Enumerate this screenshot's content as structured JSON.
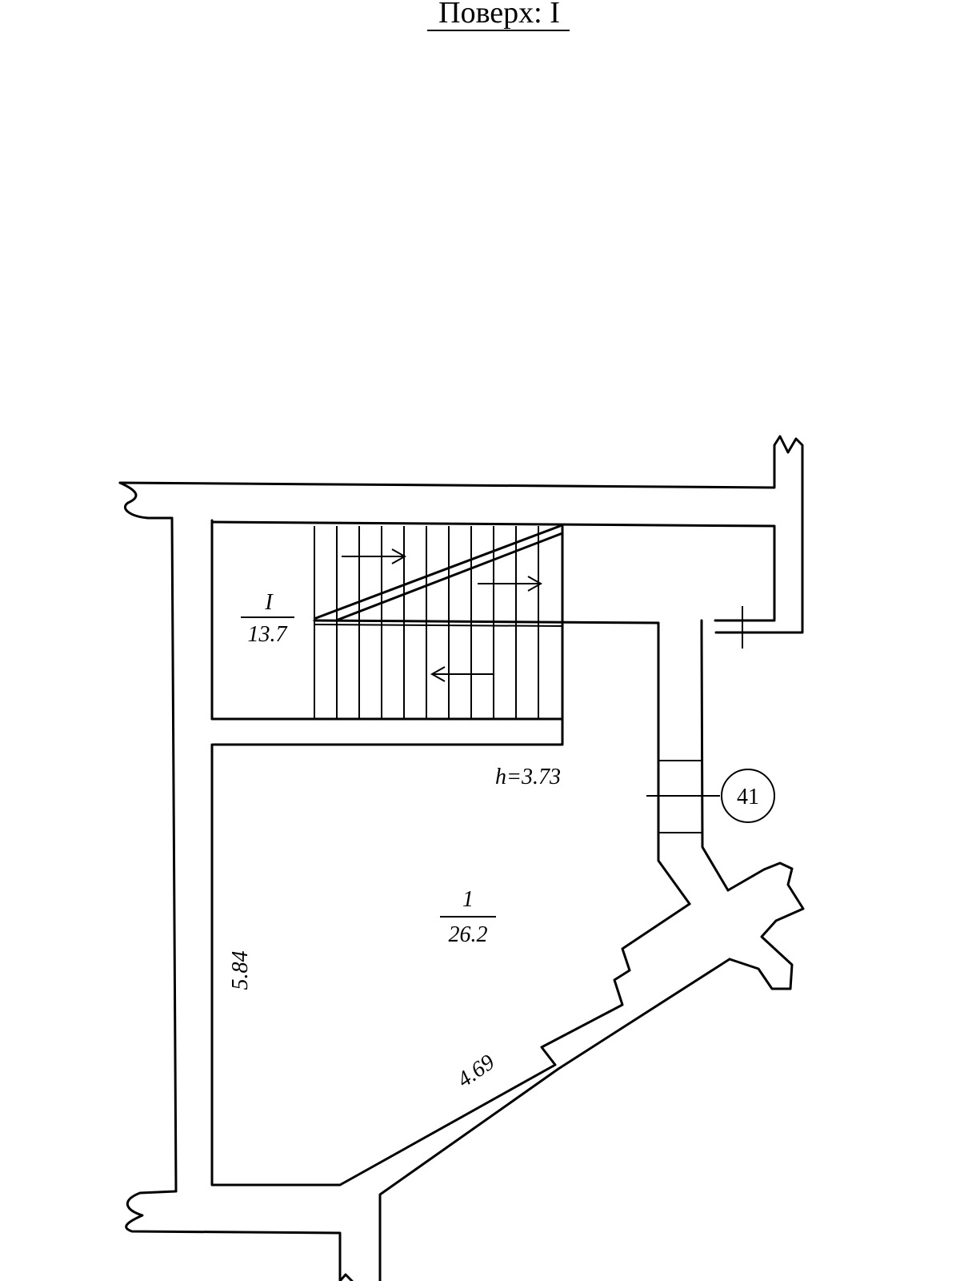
{
  "header": {
    "title": "Поверх: I"
  },
  "rooms": [
    {
      "number": "I",
      "area": "13.7"
    },
    {
      "number": "1",
      "area": "26.2"
    }
  ],
  "annotations": {
    "height": "h=3.73",
    "left_dimension": "5.84",
    "diagonal_dimension": "4.69",
    "marker": "41"
  }
}
